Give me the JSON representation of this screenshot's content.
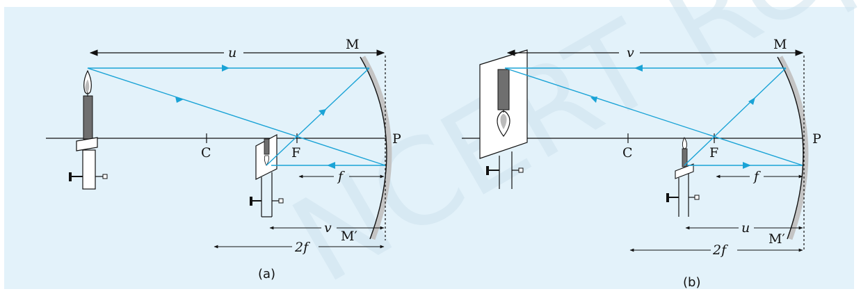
{
  "watermark": "NCERT Republished",
  "colors": {
    "background": "#e3f2fa",
    "ray": "#1aa3d6",
    "mirror": "#c4c4c4",
    "line": "#111111"
  },
  "figure_a": {
    "caption": "(a)",
    "labels": {
      "u": "u",
      "M": "M",
      "P": "P",
      "C": "C",
      "F": "F",
      "f": "f",
      "v": "v",
      "twof": "2f",
      "Mprime": "M′"
    }
  },
  "figure_b": {
    "caption": "(b)",
    "labels": {
      "v": "v",
      "M": "M",
      "P": "P",
      "C": "C",
      "F": "F",
      "f": "f",
      "u": "u",
      "twof": "2f",
      "Mprime": "M′"
    }
  }
}
